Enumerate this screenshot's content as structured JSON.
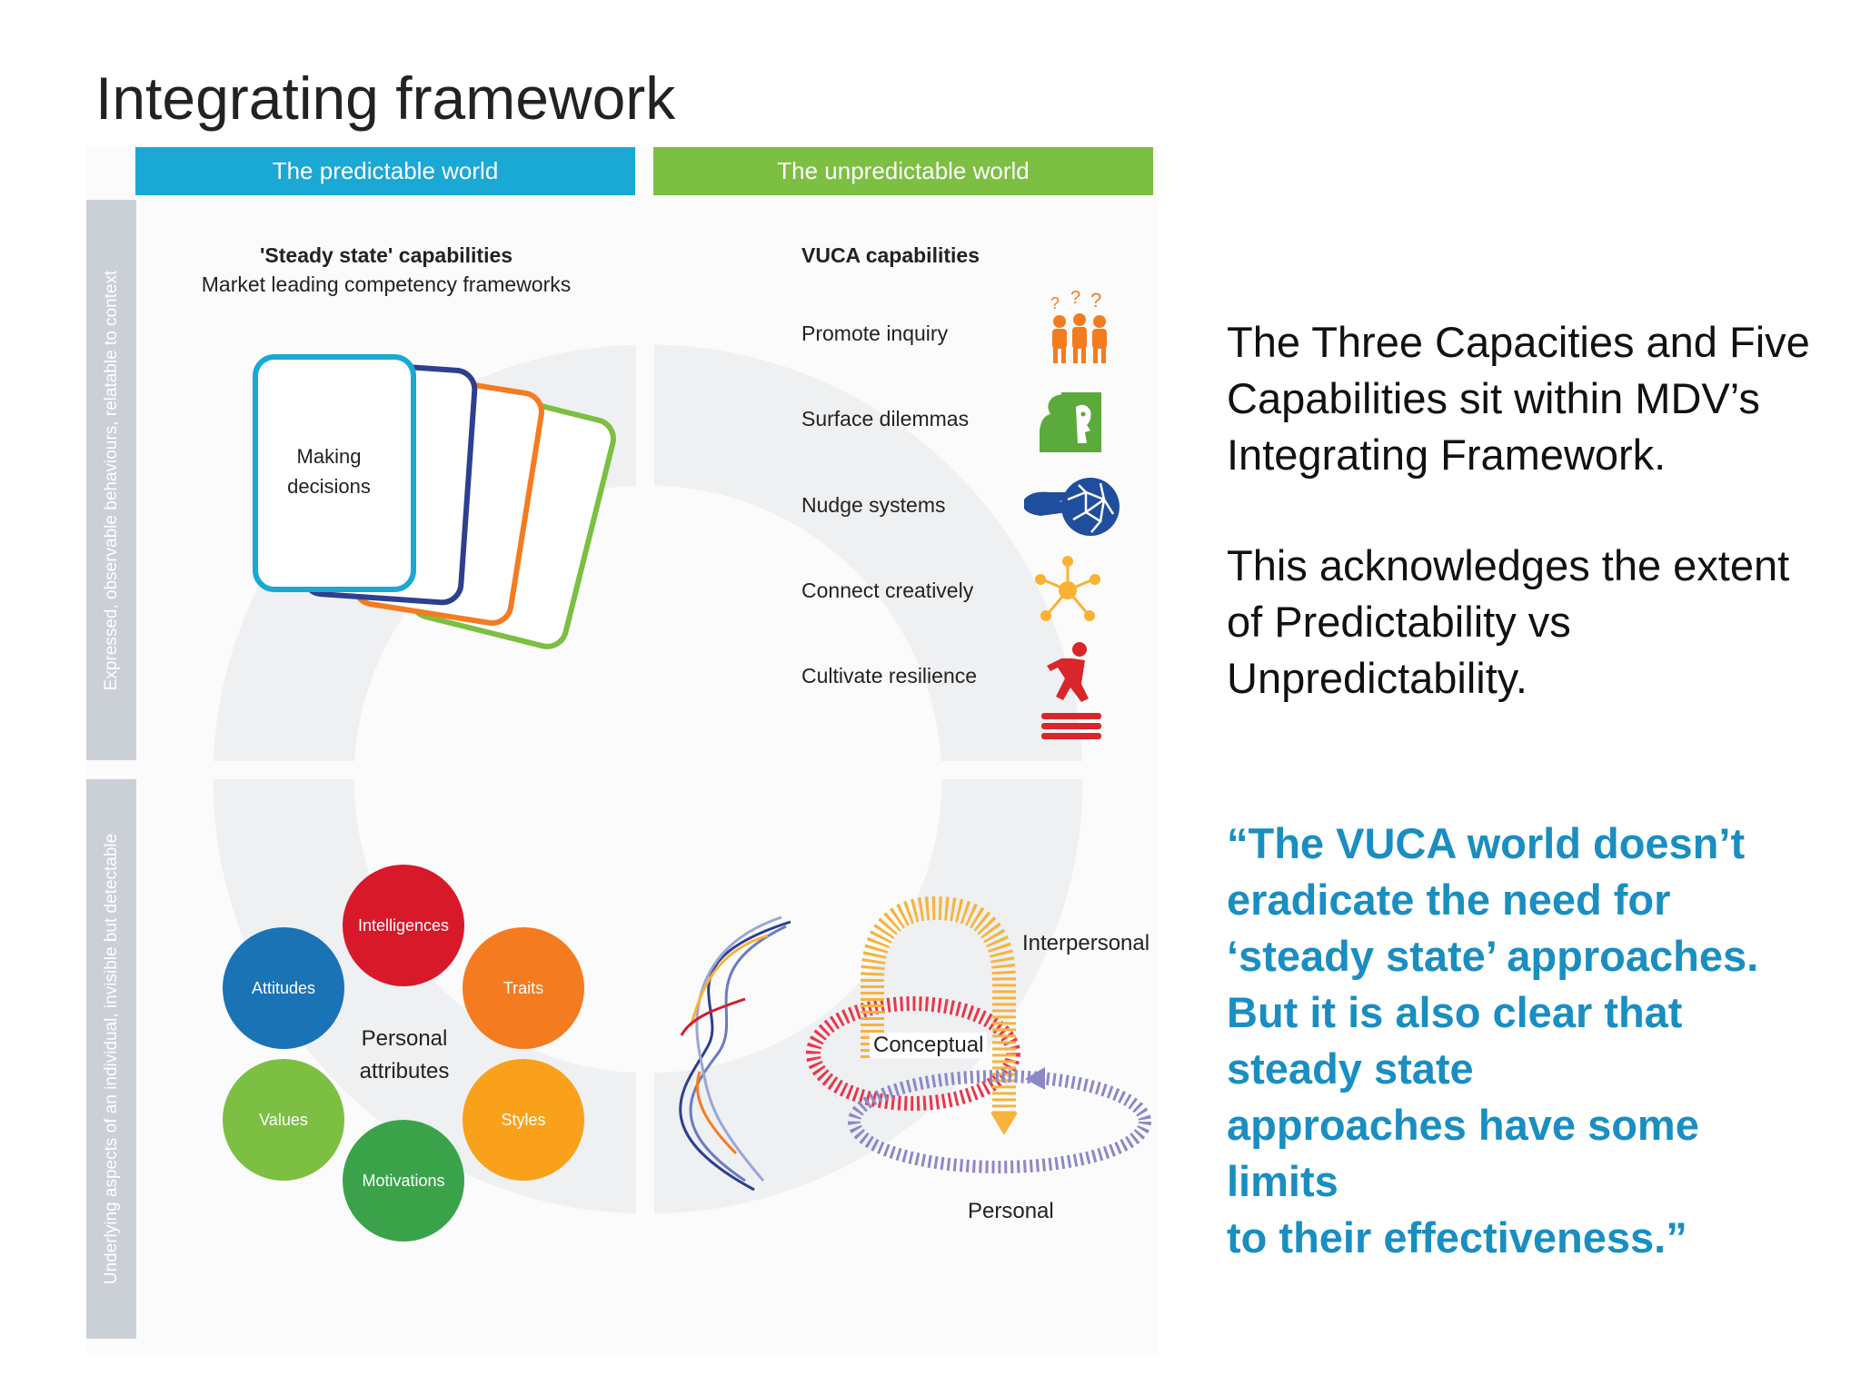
{
  "page": {
    "title": "Integrating framework"
  },
  "framework": {
    "columns": {
      "predictable": "The predictable world",
      "unpredictable": "The unpredictable world"
    },
    "rows": {
      "top": "Expressed, observable behaviours, relatable to context",
      "bottom": "Underlying aspects of an individual, invisible but detectable"
    },
    "steady_state": {
      "title": "'Steady state' capabilities",
      "subtitle": "Market leading competency frameworks",
      "card_label_line1": "Making",
      "card_label_line2": "decisions",
      "card_colors": [
        "#7cbf42",
        "#f47b20",
        "#2e3f8f",
        "#1aa8d4"
      ]
    },
    "vuca": {
      "title": "VUCA capabilities",
      "items": [
        {
          "label": "Promote inquiry",
          "icon": "people-question-icon",
          "color": "#f47b20"
        },
        {
          "label": "Surface dilemmas",
          "icon": "two-faces-icon",
          "color": "#5aaa3c"
        },
        {
          "label": "Nudge systems",
          "icon": "hand-globe-icon",
          "color": "#1f4e9c"
        },
        {
          "label": "Connect creatively",
          "icon": "network-people-icon",
          "color": "#f9b233"
        },
        {
          "label": "Cultivate resilience",
          "icon": "jumping-figure-icon",
          "color": "#d9262a"
        }
      ]
    },
    "personal_attributes": {
      "center_line1": "Personal",
      "center_line2": "attributes",
      "items": [
        {
          "label": "Intelligences",
          "color": "#d7192a"
        },
        {
          "label": "Traits",
          "color": "#f47b20"
        },
        {
          "label": "Styles",
          "color": "#f9a11b"
        },
        {
          "label": "Motivations",
          "color": "#3aa34a"
        },
        {
          "label": "Values",
          "color": "#7cbf42"
        },
        {
          "label": "Attitudes",
          "color": "#1a73b5"
        }
      ]
    },
    "capacities": {
      "interpersonal": "Interpersonal",
      "conceptual": "Conceptual",
      "personal": "Personal"
    }
  },
  "description": {
    "para1_lines": [
      "The Three Capacities and Five",
      "Capabilities sit within MDV’s",
      "Integrating Framework."
    ],
    "para2_lines": [
      "This acknowledges the extent",
      "of Predictability vs",
      "Unpredictability."
    ]
  },
  "quote_lines": [
    "“The VUCA world doesn’t",
    "eradicate the need for",
    "‘steady state’ approaches.",
    "But it is also clear that",
    "steady state",
    "approaches have some",
    "limits",
    "to their effectiveness.”"
  ]
}
